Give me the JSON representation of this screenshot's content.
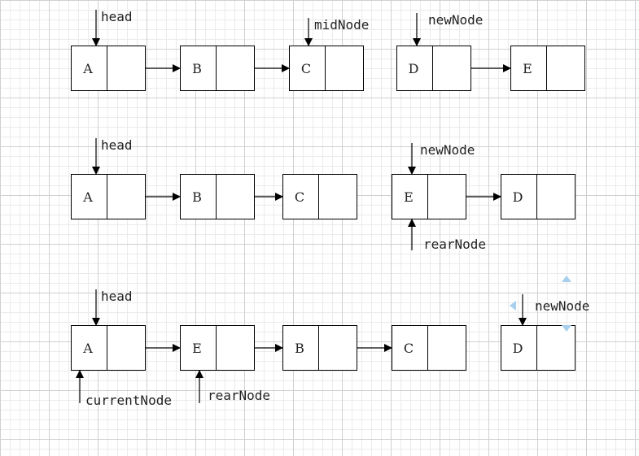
{
  "diagram": {
    "rows": [
      {
        "nodes": [
          {
            "label": "A"
          },
          {
            "label": "B"
          },
          {
            "label": "C"
          },
          {
            "label": "D"
          },
          {
            "label": "E"
          }
        ],
        "pointers": [
          {
            "label": "head"
          },
          {
            "label": "midNode"
          },
          {
            "label": "newNode"
          }
        ]
      },
      {
        "nodes": [
          {
            "label": "A"
          },
          {
            "label": "B"
          },
          {
            "label": "C"
          },
          {
            "label": "E"
          },
          {
            "label": "D"
          }
        ],
        "pointers": [
          {
            "label": "head"
          },
          {
            "label": "newNode"
          },
          {
            "label": "rearNode"
          }
        ]
      },
      {
        "nodes": [
          {
            "label": "A"
          },
          {
            "label": "E"
          },
          {
            "label": "B"
          },
          {
            "label": "C"
          },
          {
            "label": "D"
          }
        ],
        "pointers": [
          {
            "label": "head"
          },
          {
            "label": "currentNode"
          },
          {
            "label": "rearNode"
          },
          {
            "label": "newNode"
          }
        ]
      }
    ],
    "colors": {
      "stroke": "#000000",
      "node_fill": "#ffffff",
      "text": "#222222",
      "selection_handle": "#a8cfee"
    }
  }
}
